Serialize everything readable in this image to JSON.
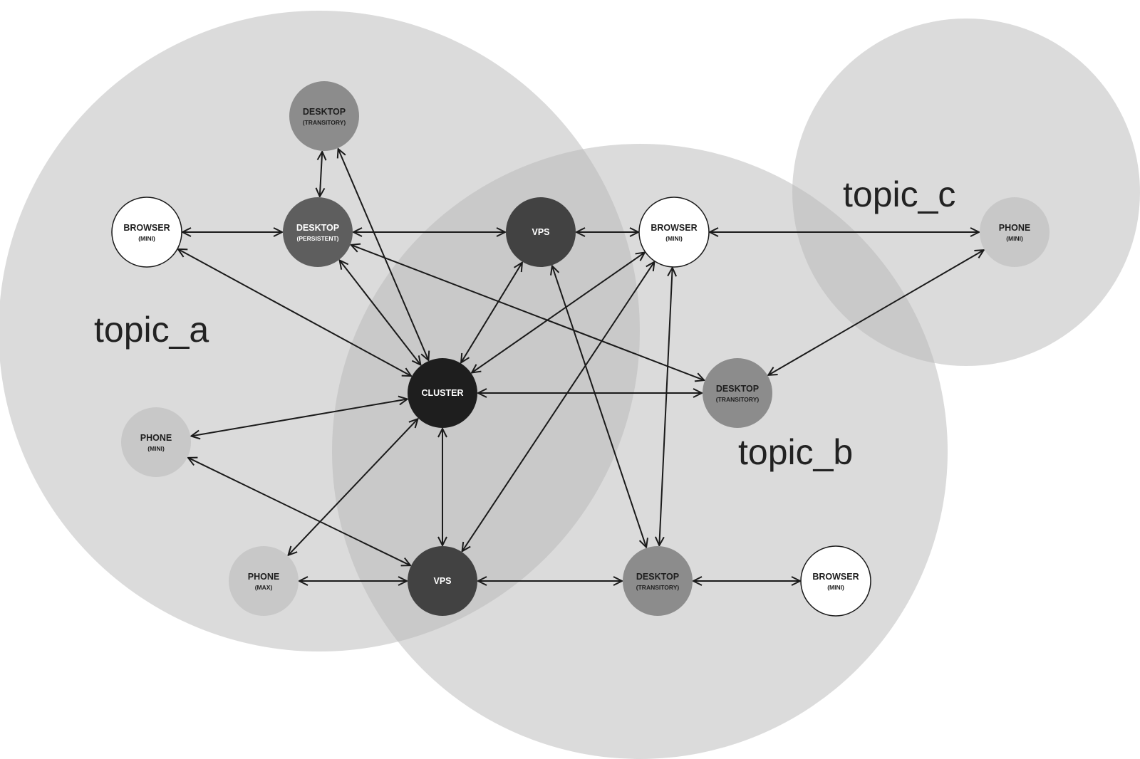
{
  "colors": {
    "topic_fill": "#b8b8b8",
    "edge": "#1a1a1a",
    "white": "#ffffff",
    "light": "#c8c8c8",
    "mid": "#8c8c8c",
    "dark": "#5e5e5e",
    "darker": "#424242",
    "black": "#1e1e1e"
  },
  "topics": [
    {
      "id": "topic_a",
      "label": "topic_a"
    },
    {
      "id": "topic_b",
      "label": "topic_b"
    },
    {
      "id": "topic_c",
      "label": "topic_c"
    }
  ],
  "nodes": [
    {
      "id": "desktop_transitory_top",
      "title": "DESKTOP",
      "sub": "(TRANSITORY)",
      "style": "mid"
    },
    {
      "id": "browser_mini_left",
      "title": "BROWSER",
      "sub": "(MINI)",
      "style": "white"
    },
    {
      "id": "desktop_persistent",
      "title": "DESKTOP",
      "sub": "(PERSISTENT)",
      "style": "dark"
    },
    {
      "id": "vps_top",
      "title": "VPS",
      "sub": "",
      "style": "darker"
    },
    {
      "id": "browser_mini_center",
      "title": "BROWSER",
      "sub": "(MINI)",
      "style": "white"
    },
    {
      "id": "phone_mini_right",
      "title": "PHONE",
      "sub": "(MINI)",
      "style": "light"
    },
    {
      "id": "cluster",
      "title": "CLUSTER",
      "sub": "",
      "style": "black"
    },
    {
      "id": "desktop_transitory_right",
      "title": "DESKTOP",
      "sub": "(TRANSITORY)",
      "style": "mid"
    },
    {
      "id": "phone_mini_left",
      "title": "PHONE",
      "sub": "(MINI)",
      "style": "light"
    },
    {
      "id": "phone_max",
      "title": "PHONE",
      "sub": "(MAX)",
      "style": "light"
    },
    {
      "id": "vps_bottom",
      "title": "VPS",
      "sub": "",
      "style": "darker"
    },
    {
      "id": "desktop_transitory_bottom",
      "title": "DESKTOP",
      "sub": "(TRANSITORY)",
      "style": "mid"
    },
    {
      "id": "browser_mini_bottom",
      "title": "BROWSER",
      "sub": "(MINI)",
      "style": "white"
    }
  ],
  "edges": [
    {
      "from": "desktop_transitory_top",
      "to": "desktop_persistent"
    },
    {
      "from": "desktop_transitory_top",
      "to": "cluster"
    },
    {
      "from": "browser_mini_left",
      "to": "desktop_persistent"
    },
    {
      "from": "browser_mini_left",
      "to": "cluster"
    },
    {
      "from": "desktop_persistent",
      "to": "vps_top"
    },
    {
      "from": "desktop_persistent",
      "to": "cluster"
    },
    {
      "from": "desktop_persistent",
      "to": "desktop_transitory_right"
    },
    {
      "from": "vps_top",
      "to": "browser_mini_center"
    },
    {
      "from": "vps_top",
      "to": "cluster"
    },
    {
      "from": "vps_top",
      "to": "desktop_transitory_bottom"
    },
    {
      "from": "browser_mini_center",
      "to": "phone_mini_right"
    },
    {
      "from": "browser_mini_center",
      "to": "cluster"
    },
    {
      "from": "browser_mini_center",
      "to": "vps_bottom"
    },
    {
      "from": "browser_mini_center",
      "to": "desktop_transitory_bottom"
    },
    {
      "from": "phone_mini_right",
      "to": "desktop_transitory_right"
    },
    {
      "from": "cluster",
      "to": "desktop_transitory_right"
    },
    {
      "from": "cluster",
      "to": "phone_mini_left"
    },
    {
      "from": "cluster",
      "to": "phone_max"
    },
    {
      "from": "cluster",
      "to": "vps_bottom"
    },
    {
      "from": "phone_mini_left",
      "to": "vps_bottom"
    },
    {
      "from": "phone_max",
      "to": "vps_bottom"
    },
    {
      "from": "vps_bottom",
      "to": "desktop_transitory_bottom"
    },
    {
      "from": "desktop_transitory_bottom",
      "to": "browser_mini_bottom"
    }
  ]
}
